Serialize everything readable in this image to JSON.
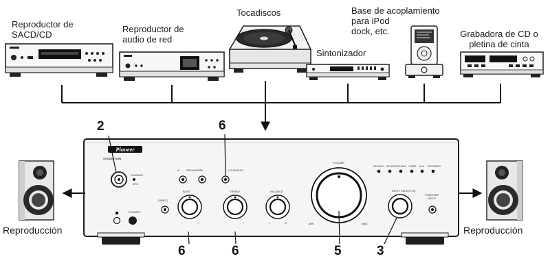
{
  "sources": [
    {
      "id": "sacd",
      "lines": [
        "Reproductor de",
        "SACD/CD"
      ]
    },
    {
      "id": "network",
      "lines": [
        "Reproductor de",
        "audio de red"
      ]
    },
    {
      "id": "turntable",
      "lines": [
        "Tocadiscos"
      ]
    },
    {
      "id": "tuner",
      "lines": [
        "Sintonizador"
      ]
    },
    {
      "id": "dock",
      "lines": [
        "Base de acoplamiento",
        "para iPod",
        "dock, etc."
      ]
    },
    {
      "id": "recorder",
      "lines": [
        "Grabadora de CD o",
        "pletina de cinta"
      ]
    }
  ],
  "outputs": {
    "left_label": "Reproducción",
    "right_label": "Reproducción"
  },
  "amplifier": {
    "brand": "Pioneer",
    "standby_label": "STANDBY/ON",
    "standby_sub1": "STANDBY",
    "standby_sub2": "APD",
    "speakers_label": "SPEAKERS",
    "speakers_a": "A",
    "speakers_b": "B",
    "loudness_label": "LOUDNESS",
    "direct_label": "DIRECT",
    "phones_label": "PHONES",
    "bass_label": "BASS",
    "treble_label": "TREBLE",
    "balance_label": "BALANCE",
    "minus": "−",
    "plus": "+",
    "bal_l": "L",
    "bal_r": "R",
    "volume_label": "VOLUME",
    "vol_min": "MIN",
    "vol_max": "MAX",
    "input_selector_label": "INPUT SELECTOR",
    "input_indicators": [
      "SACD/CD",
      "NETWORK",
      "PHONO",
      "TUNER",
      "AUX",
      "RECORDER"
    ],
    "power_amp_direct": [
      "POWER AMP",
      "DIRECT"
    ]
  },
  "callouts": {
    "standby": "2",
    "loudness": "6",
    "bass": "6",
    "treble": "6",
    "volume": "5",
    "input_selector": "3"
  },
  "colors": {
    "ink": "#1a1a1a",
    "panel": "#f4f4f4",
    "dark": "#2a2a2a"
  }
}
